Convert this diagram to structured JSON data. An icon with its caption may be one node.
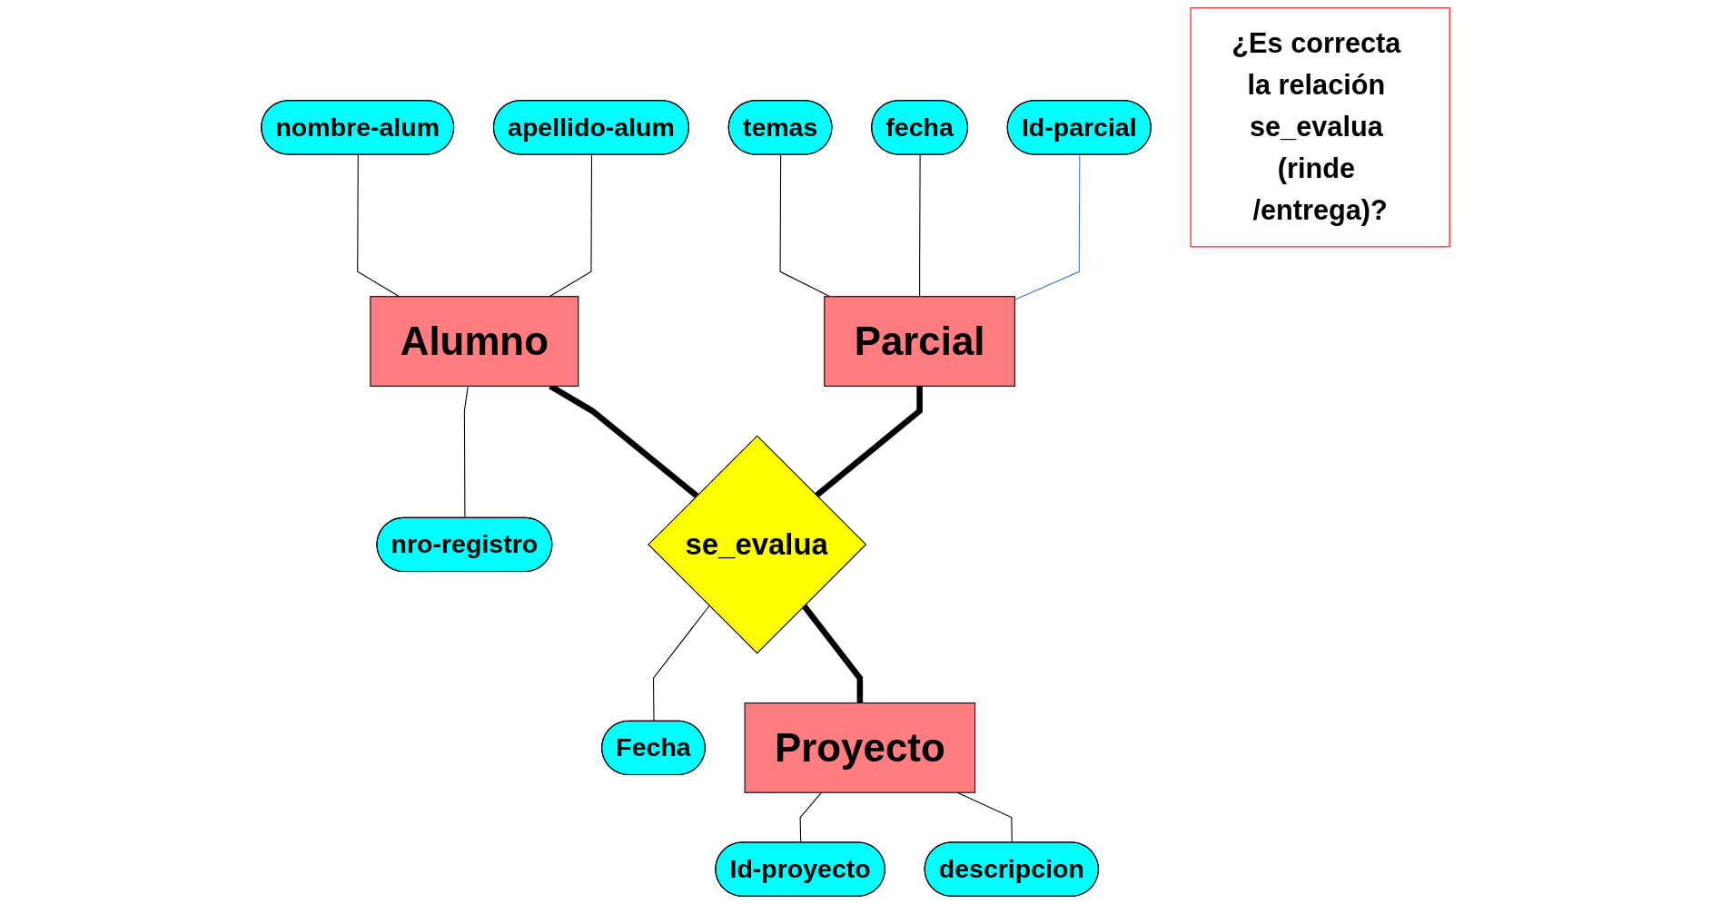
{
  "diagram": {
    "nodes": [
      {
        "text": [
          "nombre-alum"
        ]
      },
      {
        "text": [
          "apellido-alum"
        ]
      },
      {
        "text": [
          "temas"
        ]
      },
      {
        "text": [
          "fecha"
        ]
      },
      {
        "text": [
          "Alumno"
        ]
      },
      {
        "text": [
          "Id-parcial"
        ]
      },
      {
        "text": [
          "Parcial"
        ]
      },
      {
        "text": [
          "nro-registro"
        ]
      },
      {
        "text": [
          "se_evalua"
        ]
      },
      {
        "text": [
          "Fecha"
        ]
      },
      {
        "text": [
          "¿Es correcta la relación se_evalua (rinde /entrega)?"
        ]
      },
      {
        "text": [
          "Proyecto"
        ]
      },
      {
        "text": [
          "Id-proyecto"
        ]
      },
      {
        "text": [
          "descripcion"
        ]
      }
    ],
    "edges": [
      {
        "from": 0,
        "to": 4,
        "arrow": "none"
      },
      {
        "from": 1,
        "to": 4,
        "arrow": "none"
      },
      {
        "from": 2,
        "to": 6,
        "arrow": "none"
      },
      {
        "from": 3,
        "to": 6,
        "arrow": "none"
      },
      {
        "from": 5,
        "to": 6,
        "arrow": "none",
        "color": "#4472c4"
      },
      {
        "from": 4,
        "to": 7,
        "arrow": "none"
      },
      {
        "from": 4,
        "to": 8,
        "arrow": "none",
        "style": "thick"
      },
      {
        "from": 6,
        "to": 8,
        "arrow": "none",
        "style": "thick"
      },
      {
        "from": 8,
        "to": 9,
        "arrow": "none"
      },
      {
        "from": 8,
        "to": 11,
        "arrow": "none",
        "style": "thick"
      },
      {
        "from": 11,
        "to": 12,
        "arrow": "none"
      },
      {
        "from": 11,
        "to": 13,
        "arrow": "none"
      }
    ]
  }
}
